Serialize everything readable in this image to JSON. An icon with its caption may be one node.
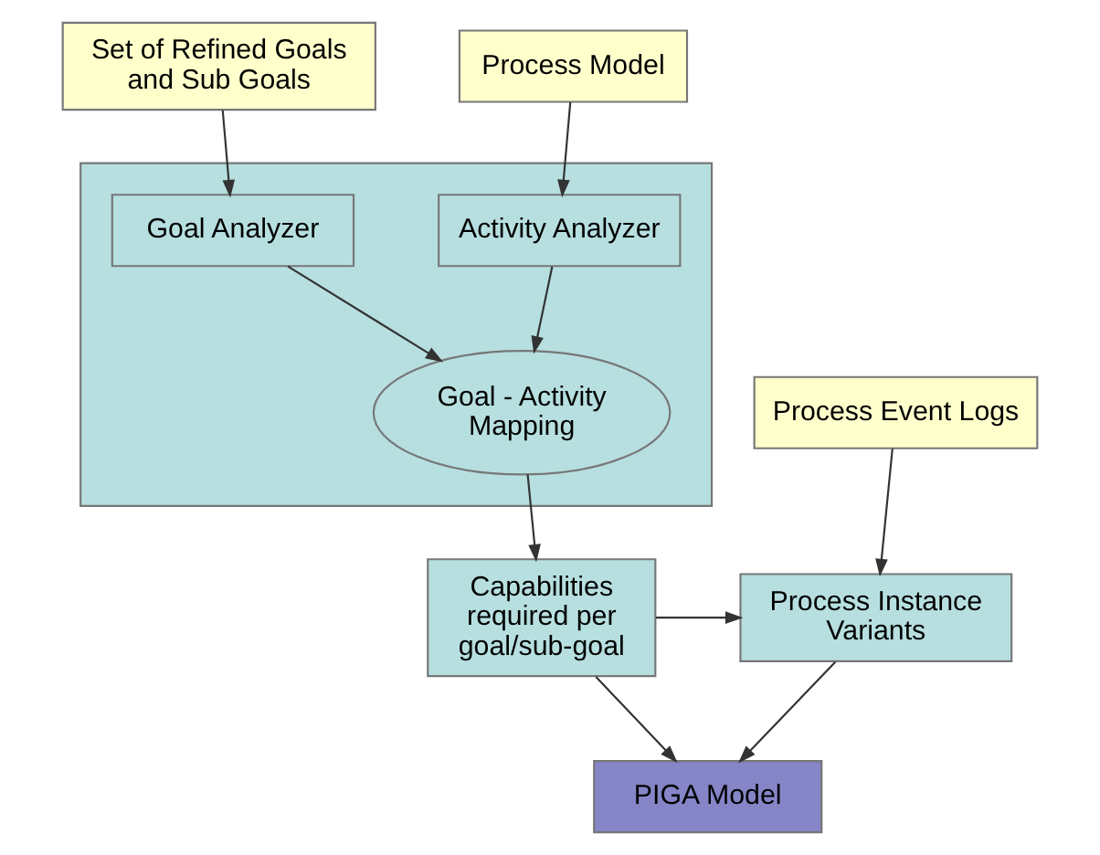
{
  "diagram": {
    "nodes": [
      {
        "text": [
          "Set of Refined Goals and Sub Goals"
        ]
      },
      {
        "text": [
          "Process Model"
        ]
      },
      {
        "text": [],
        "shape": "box"
      },
      {
        "text": [
          "Goal Analyzer"
        ],
        "in": 2
      },
      {
        "text": [
          "Activity Analyzer"
        ],
        "in": 2
      },
      {
        "text": [
          "Goal - Activity Mapping"
        ],
        "in": 2
      },
      {
        "text": [
          "Process Event Logs"
        ]
      },
      {
        "text": [
          "Capabilities required per goal/sub-goal"
        ]
      },
      {
        "text": [
          "Process Instance Variants"
        ]
      },
      {
        "text": [
          "PIGA Model"
        ]
      }
    ],
    "edges": [
      {
        "from": 0,
        "to": 3,
        "arrow": "to"
      },
      {
        "from": 1,
        "to": 4,
        "arrow": "to"
      },
      {
        "from": 3,
        "to": 5,
        "arrow": "to"
      },
      {
        "from": 4,
        "to": 5,
        "arrow": "to"
      },
      {
        "from": 5,
        "to": 7,
        "arrow": "to"
      },
      {
        "from": 6,
        "to": 8,
        "arrow": "to"
      },
      {
        "from": 7,
        "to": 8,
        "arrow": "to"
      },
      {
        "from": 8,
        "to": 9,
        "arrow": "to"
      },
      {
        "from": 7,
        "to": 9,
        "arrow": "to"
      }
    ]
  }
}
